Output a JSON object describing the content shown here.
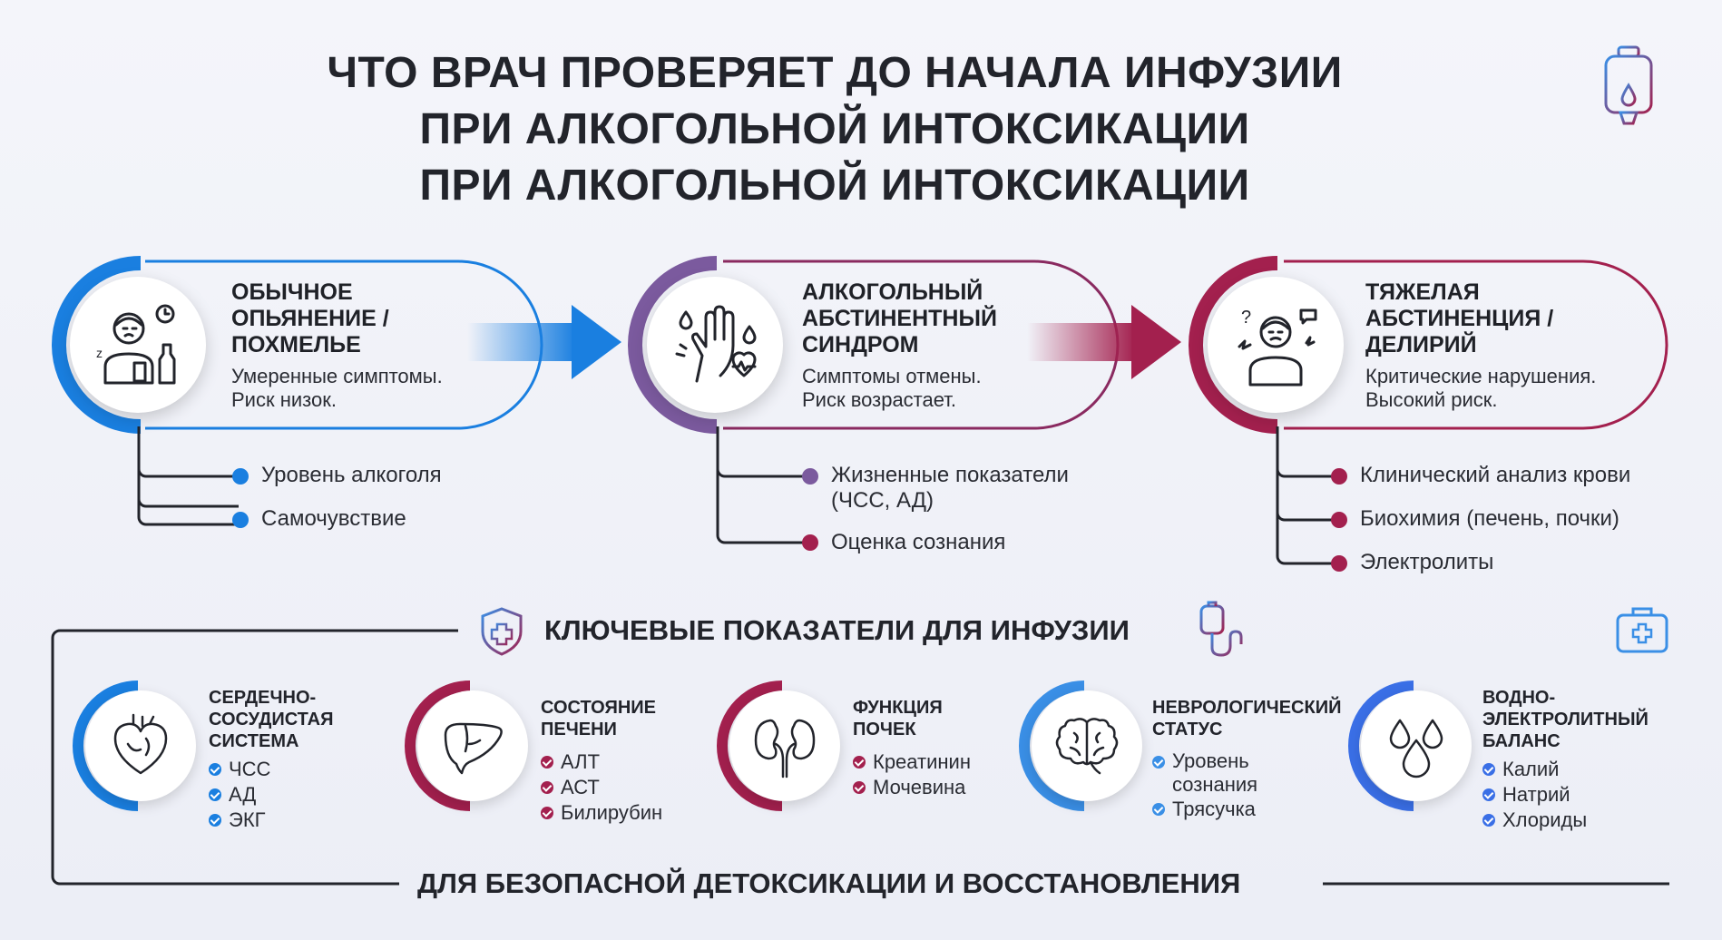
{
  "title": {
    "lines": [
      "ЧТО ВРАЧ ПРОВЕРЯЕТ ДО НАЧАЛА ИНФУЗИИ",
      "ПРИ АЛКОГОЛЬНОЙ ИНТОКСИКАЦИИ",
      "ПРИ АЛКОГОЛЬНОЙ ИНТОКСИКАЦИИ"
    ]
  },
  "colors": {
    "blue": "#1a7fe0",
    "purple": "#7b5a9e",
    "crimson": "#a3204e",
    "dark": "#22242b"
  },
  "stages": [
    {
      "title": [
        "ОБЫЧНОЕ",
        "ОПЬЯНЕНИЕ /",
        "ПОХМЕЛЬЕ"
      ],
      "desc": [
        "Умеренные симптомы.",
        "Риск низок."
      ],
      "icon": "hungover-person-icon",
      "checks": [
        "Уровень алкоголя",
        "Самочувствие"
      ]
    },
    {
      "title": [
        "АЛКОГОЛЬНЫЙ",
        "АБСТИНЕНТНЫЙ",
        "СИНДРОМ"
      ],
      "desc": [
        "Симптомы отмены.",
        "Риск возрастает."
      ],
      "icon": "shaking-hand-icon",
      "checks": [
        "Жизненные показатели",
        "(ЧСС, АД)",
        "Оценка сознания"
      ]
    },
    {
      "title": [
        "ТЯЖЕЛАЯ",
        "АБСТИНЕНЦИЯ /",
        "ДЕЛИРИЙ"
      ],
      "desc": [
        "Критические нарушения.",
        "Высокий риск."
      ],
      "icon": "delirium-person-icon",
      "checks": [
        "Клинический анализ крови",
        "Биохимия (печень, почки)",
        "Электролиты"
      ]
    }
  ],
  "section": {
    "title": "КЛЮЧЕВЫЕ ПОКАЗАТЕЛИ ДЛЯ ИНФУЗИИ"
  },
  "indicators": [
    {
      "title": [
        "СЕРДЕЧНО-",
        "СОСУДИСТАЯ",
        "СИСТЕМА"
      ],
      "icon": "heart-icon",
      "items": [
        "ЧСС",
        "АД",
        "ЭКГ"
      ]
    },
    {
      "title": [
        "СОСТОЯНИЕ",
        "ПЕЧЕНИ"
      ],
      "icon": "liver-icon",
      "items": [
        "АЛТ",
        "АСТ",
        "Билирубин"
      ]
    },
    {
      "title": [
        "ФУНКЦИЯ",
        "ПОЧЕК"
      ],
      "icon": "kidneys-icon",
      "items": [
        "Креатинин",
        "Мочевина"
      ]
    },
    {
      "title": [
        "НЕВРОЛОГИЧЕСКИЙ",
        "СТАТУС"
      ],
      "icon": "brain-icon",
      "items": [
        "Уровень сознания",
        "Трясучка"
      ]
    },
    {
      "title": [
        "ВОДНО-",
        "ЭЛЕКТРОЛИТНЫЙ",
        "БАЛАНС"
      ],
      "icon": "droplets-icon",
      "items": [
        "Калий",
        "Натрий",
        "Хлориды"
      ]
    }
  ],
  "footer": {
    "title": "ДЛЯ БЕЗОПАСНОЙ ДЕТОКСИКАЦИИ И ВОССТАНОВЛЕНИЯ"
  }
}
